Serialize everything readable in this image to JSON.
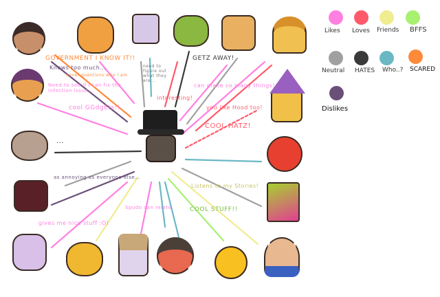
{
  "legend": [
    {
      "label": "Likes",
      "color": "#ff80e0"
    },
    {
      "label": "Loves",
      "color": "#ff5a6a"
    },
    {
      "label": "Friends",
      "color": "#f0ec90"
    },
    {
      "label": "BFFS",
      "color": "#a8f070"
    },
    {
      "label": "Neutral",
      "color": "#a0a0a0"
    },
    {
      "label": "HATES",
      "color": "#3a3a3a"
    },
    {
      "label": "Who..?",
      "color": "#6ab8c4"
    },
    {
      "label": "SCARED",
      "color": "#ff8a3a"
    },
    {
      "label": "Dislikes",
      "color": "#6a5078"
    }
  ],
  "annotations": {
    "government": "GOVERNMENT I KNOW IT!!",
    "knows_too_much": "Knows too much...",
    "never_questions": "never questions who I am",
    "need_figure_out": "need to figure out what they are...",
    "infection": "Need to see if I can fix the infection issue...",
    "gadgets": "cool GGdgEts!!",
    "interesting": "interesting!",
    "getz_away": "GETZ AWAY!",
    "make_things": "can make so many things!",
    "hood_too": "you like Hood too!",
    "cool_hatz": "COOL HATZ!",
    "dots": "...",
    "annoying": "as annoying as everyone else...",
    "nice_stuff": "gives me nice stuff :O)",
    "spudo": "Spudo can relate",
    "stories": "Listens to my Stories!",
    "cool_stuff": "COOL STUFF!!"
  }
}
